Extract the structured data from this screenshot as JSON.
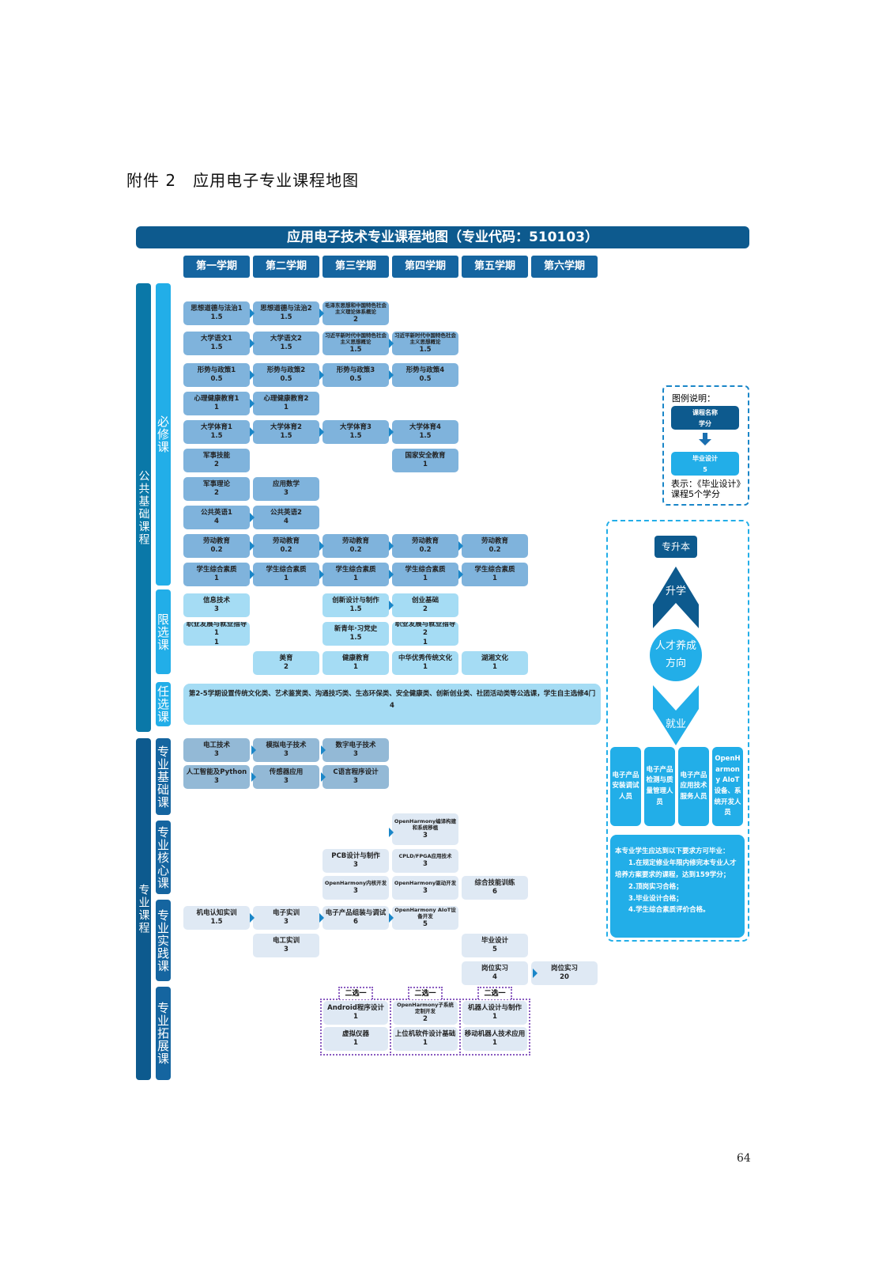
{
  "doc_title": "附件 2　应用电子专业课程地图",
  "map_title": "应用电子技术专业课程地图（专业代码：510103）",
  "semesters": [
    "第一学期",
    "第二学期",
    "第三学期",
    "第四学期",
    "第五学期",
    "第六学期"
  ],
  "outer_labels": [
    "公共基础课程",
    "专业课程"
  ],
  "inner_labels": [
    "必修课",
    "限选课",
    "任选课",
    "专业基础课",
    "专业核心课",
    "专业实践课",
    "专业拓展课"
  ],
  "courses": [
    {
      "name": "思想道德与法治1",
      "credit": "1.5",
      "semester": 1,
      "type": "pub"
    },
    {
      "name": "思想道德与法治2",
      "credit": "1.5",
      "semester": 2,
      "type": "pub"
    },
    {
      "name": "毛泽东思想和中国特色社会主义理论体系概论",
      "credit": "2",
      "semester": 3,
      "type": "pub"
    },
    {
      "name": "大学语文1",
      "credit": "1.5",
      "semester": 1,
      "type": "pub"
    },
    {
      "name": "大学语文2",
      "credit": "1.5",
      "semester": 2,
      "type": "pub"
    },
    {
      "name": "习近平新时代中国特色社会主义思想概论",
      "credit": "1.5",
      "semester": 3,
      "type": "pub"
    },
    {
      "name": "习近平新时代中国特色社会主义思想概论",
      "credit": "1.5",
      "semester": 4,
      "type": "pub"
    },
    {
      "name": "形势与政策1",
      "credit": "0.5",
      "semester": 1,
      "type": "pub"
    },
    {
      "name": "形势与政策2",
      "credit": "0.5",
      "semester": 2,
      "type": "pub"
    },
    {
      "name": "形势与政策3",
      "credit": "0.5",
      "semester": 3,
      "type": "pub"
    },
    {
      "name": "形势与政策4",
      "credit": "0.5",
      "semester": 4,
      "type": "pub"
    },
    {
      "name": "心理健康教育1",
      "credit": "1",
      "semester": 1,
      "type": "pub"
    },
    {
      "name": "心理健康教育2",
      "credit": "1",
      "semester": 2,
      "type": "pub"
    },
    {
      "name": "大学体育1",
      "credit": "1.5",
      "semester": 1,
      "type": "pub"
    },
    {
      "name": "大学体育2",
      "credit": "1.5",
      "semester": 2,
      "type": "pub"
    },
    {
      "name": "大学体育3",
      "credit": "1.5",
      "semester": 3,
      "type": "pub"
    },
    {
      "name": "大学体育4",
      "credit": "1.5",
      "semester": 4,
      "type": "pub"
    },
    {
      "name": "军事技能",
      "credit": "2",
      "semester": 1,
      "type": "pub"
    },
    {
      "name": "国家安全教育",
      "credit": "1",
      "semester": 4,
      "type": "pub"
    },
    {
      "name": "军事理论",
      "credit": "2",
      "semester": 1,
      "type": "pub"
    },
    {
      "name": "应用数学",
      "credit": "3",
      "semester": 2,
      "type": "pub"
    },
    {
      "name": "公共英语1",
      "credit": "4",
      "semester": 1,
      "type": "pub"
    },
    {
      "name": "公共英语2",
      "credit": "4",
      "semester": 2,
      "type": "pub"
    },
    {
      "name": "劳动教育",
      "credit": "0.2",
      "semester": 1,
      "type": "pub"
    },
    {
      "name": "劳动教育",
      "credit": "0.2",
      "semester": 2,
      "type": "pub"
    },
    {
      "name": "劳动教育",
      "credit": "0.2",
      "semester": 3,
      "type": "pub"
    },
    {
      "name": "劳动教育",
      "credit": "0.2",
      "semester": 4,
      "type": "pub"
    },
    {
      "name": "劳动教育",
      "credit": "0.2",
      "semester": 5,
      "type": "pub"
    },
    {
      "name": "学生综合素质",
      "credit": "1",
      "semester": 1,
      "type": "pub"
    },
    {
      "name": "学生综合素质",
      "credit": "1",
      "semester": 2,
      "type": "pub"
    },
    {
      "name": "学生综合素质",
      "credit": "1",
      "semester": 3,
      "type": "pub"
    },
    {
      "name": "学生综合素质",
      "credit": "1",
      "semester": 4,
      "type": "pub"
    },
    {
      "name": "学生综合素质",
      "credit": "1",
      "semester": 5,
      "type": "pub"
    },
    {
      "name": "信息技术",
      "credit": "3",
      "semester": 1,
      "type": "lim"
    },
    {
      "name": "创新设计与制作",
      "credit": "1.5",
      "semester": 3,
      "type": "lim"
    },
    {
      "name": "创业基础",
      "credit": "2",
      "semester": 4,
      "type": "lim"
    },
    {
      "name": "职业发展与就业指导1",
      "credit": "1",
      "semester": 1,
      "type": "lim"
    },
    {
      "name": "新青年·习党史",
      "credit": "1.5",
      "semester": 3,
      "type": "lim"
    },
    {
      "name": "职业发展与就业指导2",
      "credit": "1",
      "semester": 4,
      "type": "lim"
    },
    {
      "name": "美育",
      "credit": "2",
      "semester": 2,
      "type": "lim"
    },
    {
      "name": "健康教育",
      "credit": "1",
      "semester": 3,
      "type": "lim"
    },
    {
      "name": "中华优秀传统文化",
      "credit": "1",
      "semester": 4,
      "type": "lim"
    },
    {
      "name": "湖湘文化",
      "credit": "1",
      "semester": 5,
      "type": "lim"
    },
    {
      "name": "电工技术",
      "credit": "3",
      "semester": 1,
      "type": "base"
    },
    {
      "name": "模拟电子技术",
      "credit": "3",
      "semester": 2,
      "type": "base"
    },
    {
      "name": "数字电子技术",
      "credit": "3",
      "semester": 3,
      "type": "base"
    },
    {
      "name": "人工智能及Python",
      "credit": "3",
      "semester": 1,
      "type": "base"
    },
    {
      "name": "传感器应用",
      "credit": "3",
      "semester": 2,
      "type": "base"
    },
    {
      "name": "C语言程序设计",
      "credit": "3",
      "semester": 3,
      "type": "base"
    },
    {
      "name": "OpenHarmony编译构建和系统移植",
      "credit": "3",
      "semester": 4,
      "type": "core"
    },
    {
      "name": "PCB设计与制作",
      "credit": "3",
      "semester": 3,
      "type": "core"
    },
    {
      "name": "CPLD/FPGA应用技术",
      "credit": "3",
      "semester": 4,
      "type": "core"
    },
    {
      "name": "OpenHarmony内核开发",
      "credit": "3",
      "semester": 3,
      "type": "core"
    },
    {
      "name": "OpenHarmony驱动开发",
      "credit": "3",
      "semester": 4,
      "type": "core"
    },
    {
      "name": "综合技能训练",
      "credit": "6",
      "semester": 5,
      "type": "core"
    },
    {
      "name": "机电认知实训",
      "credit": "1.5",
      "semester": 1,
      "type": "core"
    },
    {
      "name": "电子实训",
      "credit": "3",
      "semester": 2,
      "type": "core"
    },
    {
      "name": "电子产品组装与调试",
      "credit": "6",
      "semester": 3,
      "type": "core"
    },
    {
      "name": "OpenHarmony AIoT设备开发",
      "credit": "5",
      "semester": 4,
      "type": "core"
    },
    {
      "name": "电工实训",
      "credit": "3",
      "semester": 2,
      "type": "core"
    },
    {
      "name": "毕业设计",
      "credit": "5",
      "semester": 5,
      "type": "core"
    },
    {
      "name": "岗位实习",
      "credit": "4",
      "semester": 5,
      "type": "core"
    },
    {
      "name": "岗位实习",
      "credit": "20",
      "semester": 6,
      "type": "core"
    },
    {
      "name": "Android程序设计",
      "credit": "1",
      "semester": 3,
      "type": "core"
    },
    {
      "name": "虚拟仪器",
      "credit": "1",
      "semester": 3,
      "type": "core"
    },
    {
      "name": "OpenHarmony子系统定制开发",
      "credit": "2",
      "semester": 4,
      "type": "core"
    },
    {
      "name": "上位机软件设计基础",
      "credit": "1",
      "semester": 4,
      "type": "core"
    },
    {
      "name": "机器人设计与制作",
      "credit": "1",
      "semester": 5,
      "type": "core"
    },
    {
      "name": "移动机器人技术应用",
      "credit": "1",
      "semester": 5,
      "type": "core"
    }
  ],
  "elective": {
    "text": "第2-5学期设置传统文化类、艺术鉴赏类、沟通技巧类、生态环保类、安全健康类、创新创业类、社团活动类等公选课，学生自主选修4门",
    "credit": "4"
  },
  "choose_one": "二选一",
  "legend": {
    "title": "图例说明：",
    "sample_name": "课程名称",
    "sample_credit": "学分",
    "example_name": "毕业设计",
    "example_credit": "5",
    "caption": "表示：《毕业设计》课程5个学分"
  },
  "path": {
    "upgrade_target": "专升本",
    "upgrade": "升学",
    "center": [
      "人才养成",
      "方向"
    ],
    "employment": "就业",
    "jobs": [
      "电子产品安装调试人员",
      "电子产品检测与质量管理人员",
      "电子产品应用技术服务人员",
      "OpenHarmony AIoT设备、系统开发人员"
    ],
    "requirements": [
      "本专业学生应达到以下要求方可毕业：",
      "1.在规定修业年限内修完本专业人才培养方案要求的课程，达到159学分；",
      "2.顶岗实习合格；",
      "3.毕业设计合格；",
      "4.学生综合素质评价合格。"
    ]
  },
  "colors": {
    "header": "#0d5a8e",
    "semester": "#1565a0",
    "public": "#7fb3dc",
    "limited": "#a5dcf4",
    "base": "#93b9d6",
    "core": "#dfe9f4",
    "accent": "#22aee8"
  },
  "page_number": "64"
}
